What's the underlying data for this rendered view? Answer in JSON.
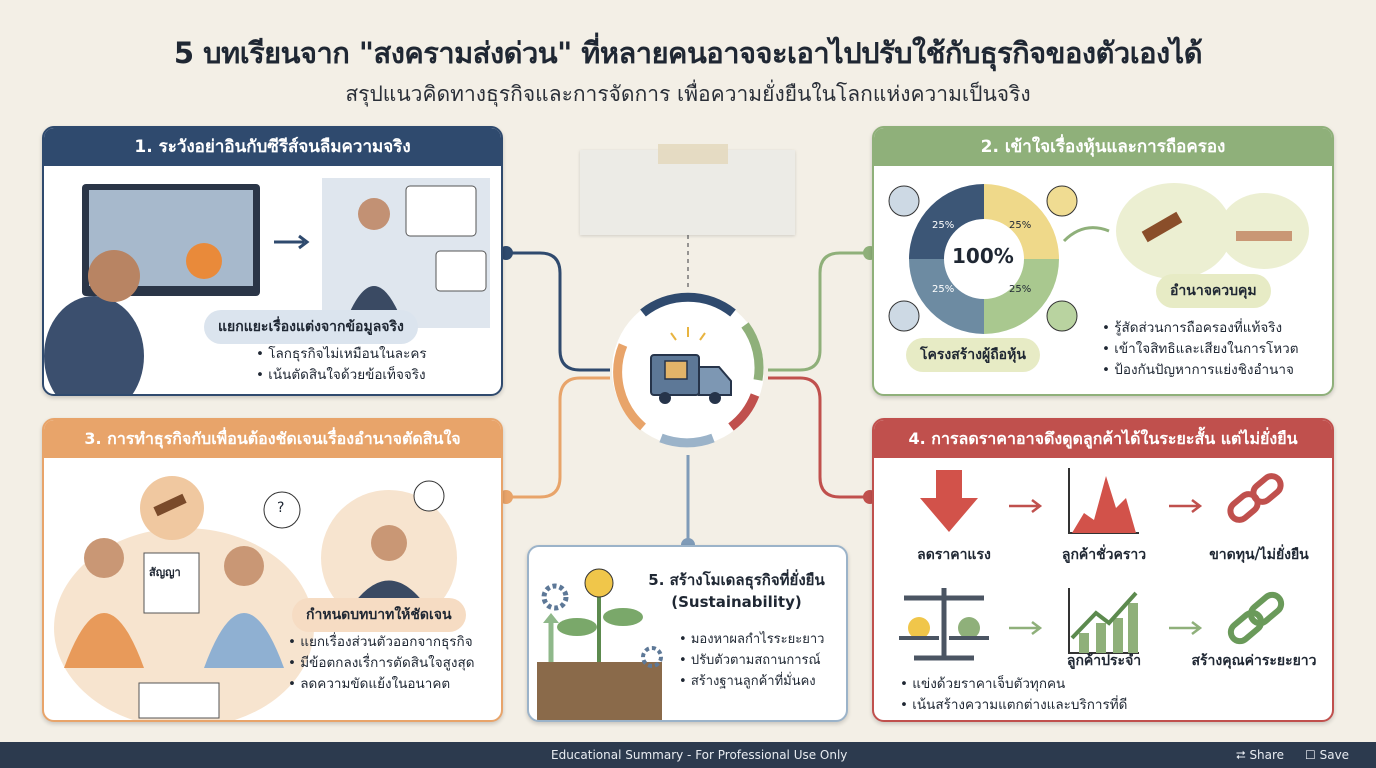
{
  "header": {
    "title": "5 บทเรียนจาก \"สงครามส่งด่วน\" ที่หลายคนอาจจะเอาไปปรับใช้กับธุรกิจของตัวเองได้",
    "subtitle": "สรุปแนวคิดทางธุรกิจและการจัดการ เพื่อความยั่งยืนในโลกแห่งความเป็นจริง"
  },
  "colors": {
    "blue": "#2f4a6e",
    "green": "#8fb07a",
    "orange": "#e8a46a",
    "red": "#c0504d",
    "background": "#f3efe6"
  },
  "lesson1": {
    "title": "1. ระวังอย่าอินกับซีรีส์จนลืมความจริง",
    "pill": "แยกแยะเรื่องแต่งจากข้อมูลจริง",
    "bullets": [
      "โลกธุรกิจไม่เหมือนในละคร",
      "เน้นตัดสินใจด้วยข้อเท็จจริง"
    ]
  },
  "lesson2": {
    "title": "2. เข้าใจเรื่องหุ้นและการถือครอง",
    "center": "100%",
    "shares": [
      "25%",
      "25%",
      "25%",
      "25%"
    ],
    "pill_left": "โครงสร้างผู้ถือหุ้น",
    "pill_right": "อำนาจควบคุม",
    "bullets": [
      "รู้สัดส่วนการถือครองที่แท้จริง",
      "เข้าใจสิทธิและเสียงในการโหวต",
      "ป้องกันปัญหาการแย่งชิงอำนาจ"
    ]
  },
  "lesson3": {
    "title": "3. การทำธุรกิจกับเพื่อนต้องชัดเจนเรื่องอำนาจตัดสินใจ",
    "contract": "สัญญา",
    "question": "?",
    "pill": "กำหนดบทบาทให้ชัดเจน",
    "bullets": [
      "แยกเรื่องส่วนตัวออกจากธุรกิจ",
      "มีข้อตกลงเรื่การตัดสินใจสูงสุด",
      "ลดความขัดแย้งในอนาคต"
    ]
  },
  "lesson4": {
    "title": "4. การลดราคาอาจดึงดูดลูกค้าได้ในระยะสั้น แต่ไม่ยั่งยืน",
    "row1": [
      "ลดราคาแรง",
      "ลูกค้าชั่วคราว",
      "ขาดทุน/ไม่ยั่งยืน"
    ],
    "row2": [
      "ลูกค้าประจำ",
      "สร้างคุณค่าระยะยาว"
    ],
    "bullets": [
      "แข่งด้วยราคาเจ็บตัวทุกคน",
      "เน้นสร้างความแตกต่างและบริการที่ดี"
    ]
  },
  "lesson5": {
    "title": "5. สร้างโมเดลธุรกิจที่ยั่งยืน",
    "subtitle": "(Sustainability)",
    "bullets": [
      "มองหาผลกำไรระยะยาว",
      "ปรับตัวตามสถานการณ์",
      "สร้างฐานลูกค้าที่มั่นคง"
    ]
  },
  "footer": {
    "text": "Educational Summary - For Professional Use Only",
    "share": "Share",
    "save": "Save"
  }
}
